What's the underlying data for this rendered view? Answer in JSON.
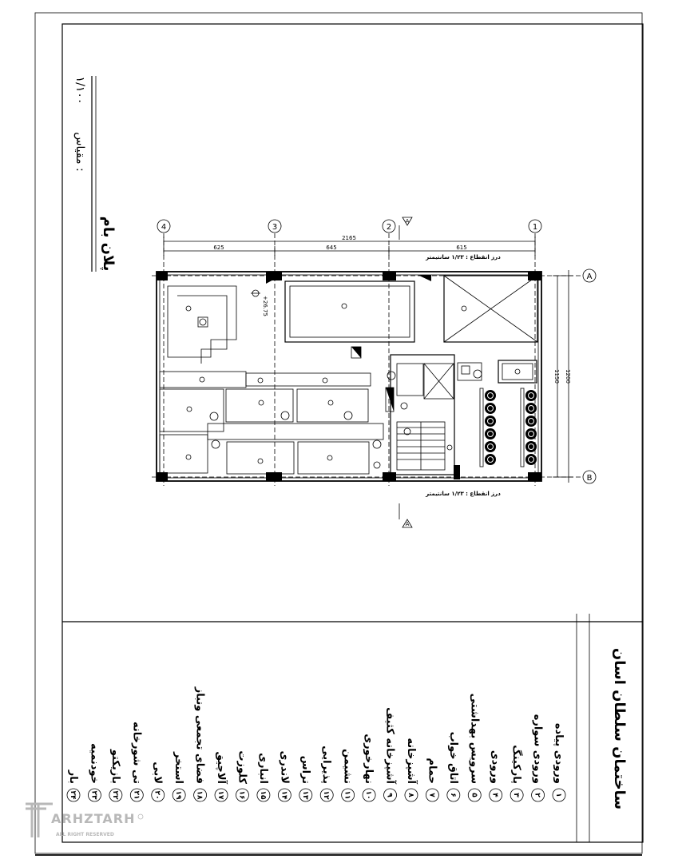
{
  "title_block": {
    "building_name": "ساختمان سلطان اسان"
  },
  "drawing": {
    "title": "پلان بام",
    "scale_label": "مقیاس :",
    "scale_value": "۱/۱۰۰",
    "level_mark": "+26.75",
    "grid_axes": [
      "4",
      "3",
      "2",
      "1"
    ],
    "grid_rows": [
      "A",
      "B"
    ],
    "section_mark": "A",
    "dimensions": {
      "overall": "2165",
      "bay_4_3": "625",
      "bay_3_2": "645",
      "bay_2_1": "615",
      "depth_overall": "1200",
      "depth_inner": "1150"
    },
    "joint_note_top": "درز انقطاع : ۱/۲۳ سانتیمتر",
    "joint_note_bottom": "درز انقطاع : ۱/۲۳ سانتیمتر"
  },
  "legend": {
    "items": [
      {
        "num": "۱",
        "label": "ورودی پیاده"
      },
      {
        "num": "۲",
        "label": "ورودی سواره"
      },
      {
        "num": "۳",
        "label": "پارکینگ"
      },
      {
        "num": "۴",
        "label": "ورودی"
      },
      {
        "num": "۵",
        "label": "سرویس بهداشتی"
      },
      {
        "num": "۶",
        "label": "اتاق خواب"
      },
      {
        "num": "۷",
        "label": "حمام"
      },
      {
        "num": "۸",
        "label": "آشپزخانه"
      },
      {
        "num": "۹",
        "label": "آشپزخانه کثیف"
      },
      {
        "num": "۱۰",
        "label": "نهارخوری"
      },
      {
        "num": "۱۱",
        "label": "نشیمن"
      },
      {
        "num": "۱۲",
        "label": "پذیرایی"
      },
      {
        "num": "۱۳",
        "label": "تراس"
      },
      {
        "num": "۱۴",
        "label": "لاندری"
      },
      {
        "num": "۱۵",
        "label": "انباری"
      },
      {
        "num": "۱۶",
        "label": "کلوزت"
      },
      {
        "num": "۱۷",
        "label": "آلاچیق"
      },
      {
        "num": "۱۸",
        "label": "فضای تجمعی ونباز"
      },
      {
        "num": "۱۹",
        "label": "استخر"
      },
      {
        "num": "۲۰",
        "label": "لابی"
      },
      {
        "num": "۲۱",
        "label": "تی شورخانه"
      },
      {
        "num": "۲۲",
        "label": "بازیکتو"
      },
      {
        "num": "۲۳",
        "label": "خودنمیه"
      },
      {
        "num": "۲۴",
        "label": "بار"
      }
    ]
  },
  "watermark": {
    "brand": "ARHZTARH",
    "rights": "ALL RIGHT RESERVED"
  },
  "colors": {
    "ink": "#000000",
    "watermark": "#b8b8b8",
    "paper": "#ffffff"
  }
}
